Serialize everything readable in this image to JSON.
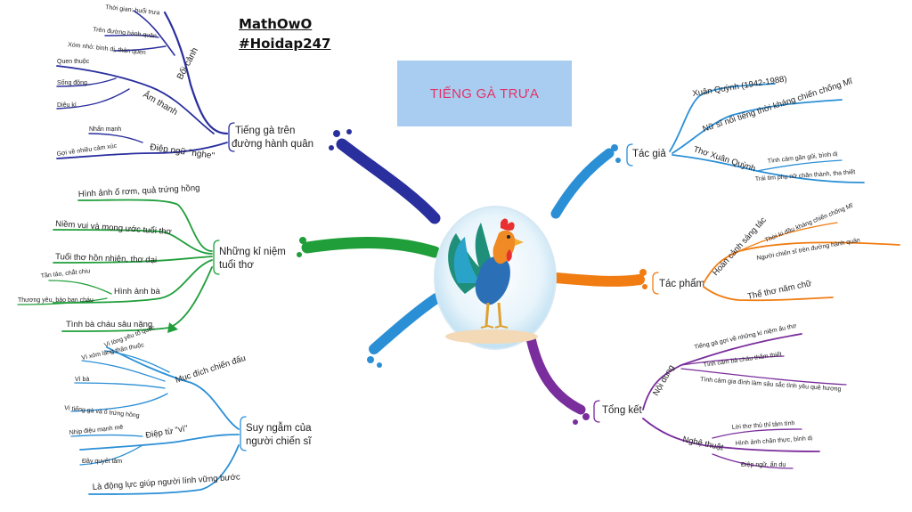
{
  "watermark": {
    "line1": "MathOwO",
    "line2": "#Hoidap247"
  },
  "title": "TIẾNG GÀ TRƯA",
  "colors": {
    "blue_dark": "#2a2f9e",
    "green": "#1f9e3a",
    "blue_light": "#2b8fd6",
    "orange": "#f07c12",
    "purple": "#7a2d9c",
    "title_bg": "#a8cdf0",
    "title_text": "#e0356a"
  },
  "center_image": {
    "icon": "rooster-icon"
  },
  "branches": [
    {
      "key": "hanh-quan",
      "label": [
        "Tiếng gà trên",
        "đường hành quân"
      ],
      "children": [
        {
          "label": "Bối cảnh",
          "leaves": [
            "Thời gian: buổi trưa",
            "Trên đường hành quân",
            "Xóm nhỏ: bình dị, thân quen"
          ]
        },
        {
          "label": "Âm thanh",
          "leaves": [
            "Quen thuộc",
            "Sống động",
            "Diệu kì"
          ]
        },
        {
          "label": "Điệp ngữ \"nghe\"",
          "leaves": [
            "Nhấn mạnh",
            "Gợi về nhiều cảm xúc"
          ]
        }
      ]
    },
    {
      "key": "ki-niem",
      "label": [
        "Những kỉ niệm",
        "tuổi thơ"
      ],
      "children": [
        {
          "label": "Hình ảnh ổ rơm, quả trứng hồng",
          "leaves": []
        },
        {
          "label": "Niềm vui và mong ước tuổi thơ",
          "leaves": []
        },
        {
          "label": "Tuổi thơ hồn nhiên, thơ dại",
          "leaves": []
        },
        {
          "label": "Hình ảnh bà",
          "leaves": [
            "Tần tảo, chắt chiu",
            "Thương yêu, bảo ban cháu"
          ]
        },
        {
          "label": "Tình bà cháu sâu nặng",
          "leaves": []
        }
      ]
    },
    {
      "key": "suy-ngam",
      "label": [
        "Suy ngẫm của",
        "người chiến sĩ"
      ],
      "children": [
        {
          "label": "Mục đích chiến đấu",
          "leaves": [
            "Vì lòng yêu tổ quốc",
            "Vì xóm làng thân thuộc",
            "Vì bà",
            "Vì tiếng gà và ổ trứng hồng"
          ]
        },
        {
          "label": "Điệp từ \"vì\"",
          "leaves": [
            "Nhịp điệu mạnh mẽ",
            "Đầy quyết tâm"
          ]
        },
        {
          "label": "Là động lực giúp người lính vững bước",
          "leaves": []
        }
      ]
    },
    {
      "key": "tac-gia",
      "label": [
        "Tác giả"
      ],
      "children": [
        {
          "label": "Xuân Quỳnh (1942-1988)",
          "leaves": []
        },
        {
          "label": "Nữ sĩ nổi tiếng thời kháng chiến chống Mĩ",
          "leaves": []
        },
        {
          "label": "Thơ Xuân Quỳnh",
          "leaves": [
            "Tình cảm gần gũi, bình dị",
            "Trái tim phụ nữ chân thành, tha thiết"
          ]
        }
      ]
    },
    {
      "key": "tac-pham",
      "label": [
        "Tác phẩm"
      ],
      "children": [
        {
          "label": "Hoàn cảnh sáng tác",
          "leaves": [
            "Thời kì đầu kháng chiến chống Mĩ",
            "Người chiến sĩ trên đường hành quân"
          ]
        },
        {
          "label": "Thể thơ năm chữ",
          "leaves": []
        }
      ]
    },
    {
      "key": "tong-ket",
      "label": [
        "Tổng kết"
      ],
      "children": [
        {
          "label": "Nội dung",
          "leaves": [
            "Tiếng gà gợi về những kí niệm ấu thơ",
            "Tình cảm bà cháu thắm thiết",
            "Tình cảm gia đình làm sâu sắc tình yêu quê hương"
          ]
        },
        {
          "label": "Nghệ thuật",
          "leaves": [
            "Lời thơ thủ thỉ tâm tình",
            "Hình ảnh chân thực, bình dị",
            "Điệp ngữ, ẩn dụ"
          ]
        }
      ]
    }
  ]
}
